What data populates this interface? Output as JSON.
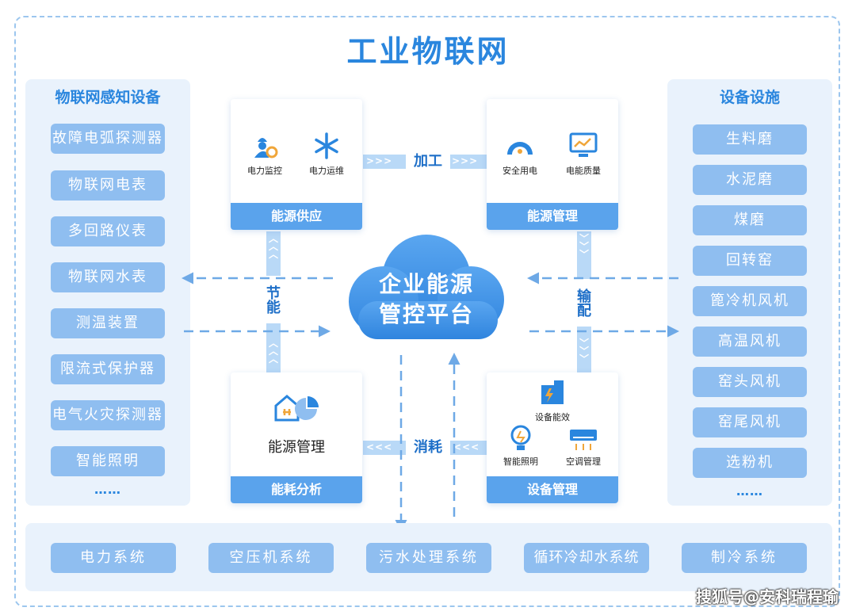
{
  "title": "工业物联网",
  "left_panel": {
    "title": "物联网感知设备",
    "items": [
      "故障电弧探测器",
      "物联网电表",
      "多回路仪表",
      "物联网水表",
      "测温装置",
      "限流式保护器",
      "电气火灾探测器",
      "智能照明"
    ],
    "more": "……"
  },
  "right_panel": {
    "title": "设备设施",
    "items": [
      "生料磨",
      "水泥磨",
      "煤磨",
      "回转窑",
      "篦冷机风机",
      "高温风机",
      "窑头风机",
      "窑尾风机",
      "选粉机"
    ],
    "more": "……"
  },
  "cards": {
    "supply": {
      "footer": "能源供应",
      "icons": [
        {
          "label": "电力监控",
          "icon": "worker-gear-icon"
        },
        {
          "label": "电力运维",
          "icon": "snowflake-icon"
        }
      ]
    },
    "energy_mgmt": {
      "footer": "能源管理",
      "icons": [
        {
          "label": "安全用电",
          "icon": "gauge-icon"
        },
        {
          "label": "电能质量",
          "icon": "monitor-chart-icon"
        }
      ]
    },
    "analysis": {
      "footer": "能耗分析",
      "main_label": "能源管理",
      "icon": "house-plug-pie-icon"
    },
    "device_mgmt": {
      "footer": "设备管理",
      "icons": [
        {
          "label": "设备能效",
          "icon": "building-bolt-icon"
        },
        {
          "label": "智能照明",
          "icon": "bulb-icon"
        },
        {
          "label": "空调管理",
          "icon": "air-conditioner-icon"
        }
      ]
    }
  },
  "flows": {
    "top": "加工",
    "bottom": "消耗",
    "left": "节能",
    "right": "输配"
  },
  "cloud": {
    "line1": "企业能源",
    "line2": "管控平台"
  },
  "bottom_systems": [
    "电力系统",
    "空压机系统",
    "污水处理系统",
    "循环冷却水系统",
    "制冷系统"
  ],
  "watermark": "搜狐号@安科瑞程瑜",
  "colors": {
    "primary": "#2a86de",
    "tag": "#8fbef0",
    "panel": "#e9f2fc",
    "band": "#b9d9f7",
    "footer": "#5aa3ec"
  }
}
